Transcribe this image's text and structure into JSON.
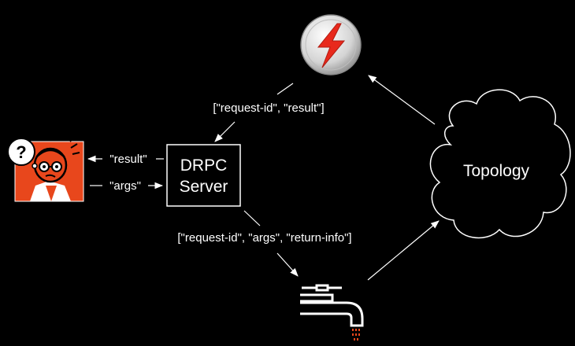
{
  "nodes": {
    "drpc_server": {
      "line1": "DRPC",
      "line2": "Server"
    },
    "topology": {
      "label": "Topology"
    },
    "spout": {
      "icon": "faucet-icon"
    },
    "bolt": {
      "icon": "lightning-bolt-icon"
    },
    "client": {
      "icon": "confused-user-icon",
      "question": "?"
    }
  },
  "edges": {
    "server_to_client": "\"result\"",
    "client_to_server": "\"args\"",
    "bolt_to_server": "[\"request-id\", \"result\"]",
    "server_to_spout": "[\"request-id\", \"args\", \"return-info\"]"
  },
  "colors": {
    "background": "#000000",
    "accent_orange": "#e8471c",
    "bolt_red": "#e8291c",
    "bolt_circle": "#c8c8c8"
  }
}
